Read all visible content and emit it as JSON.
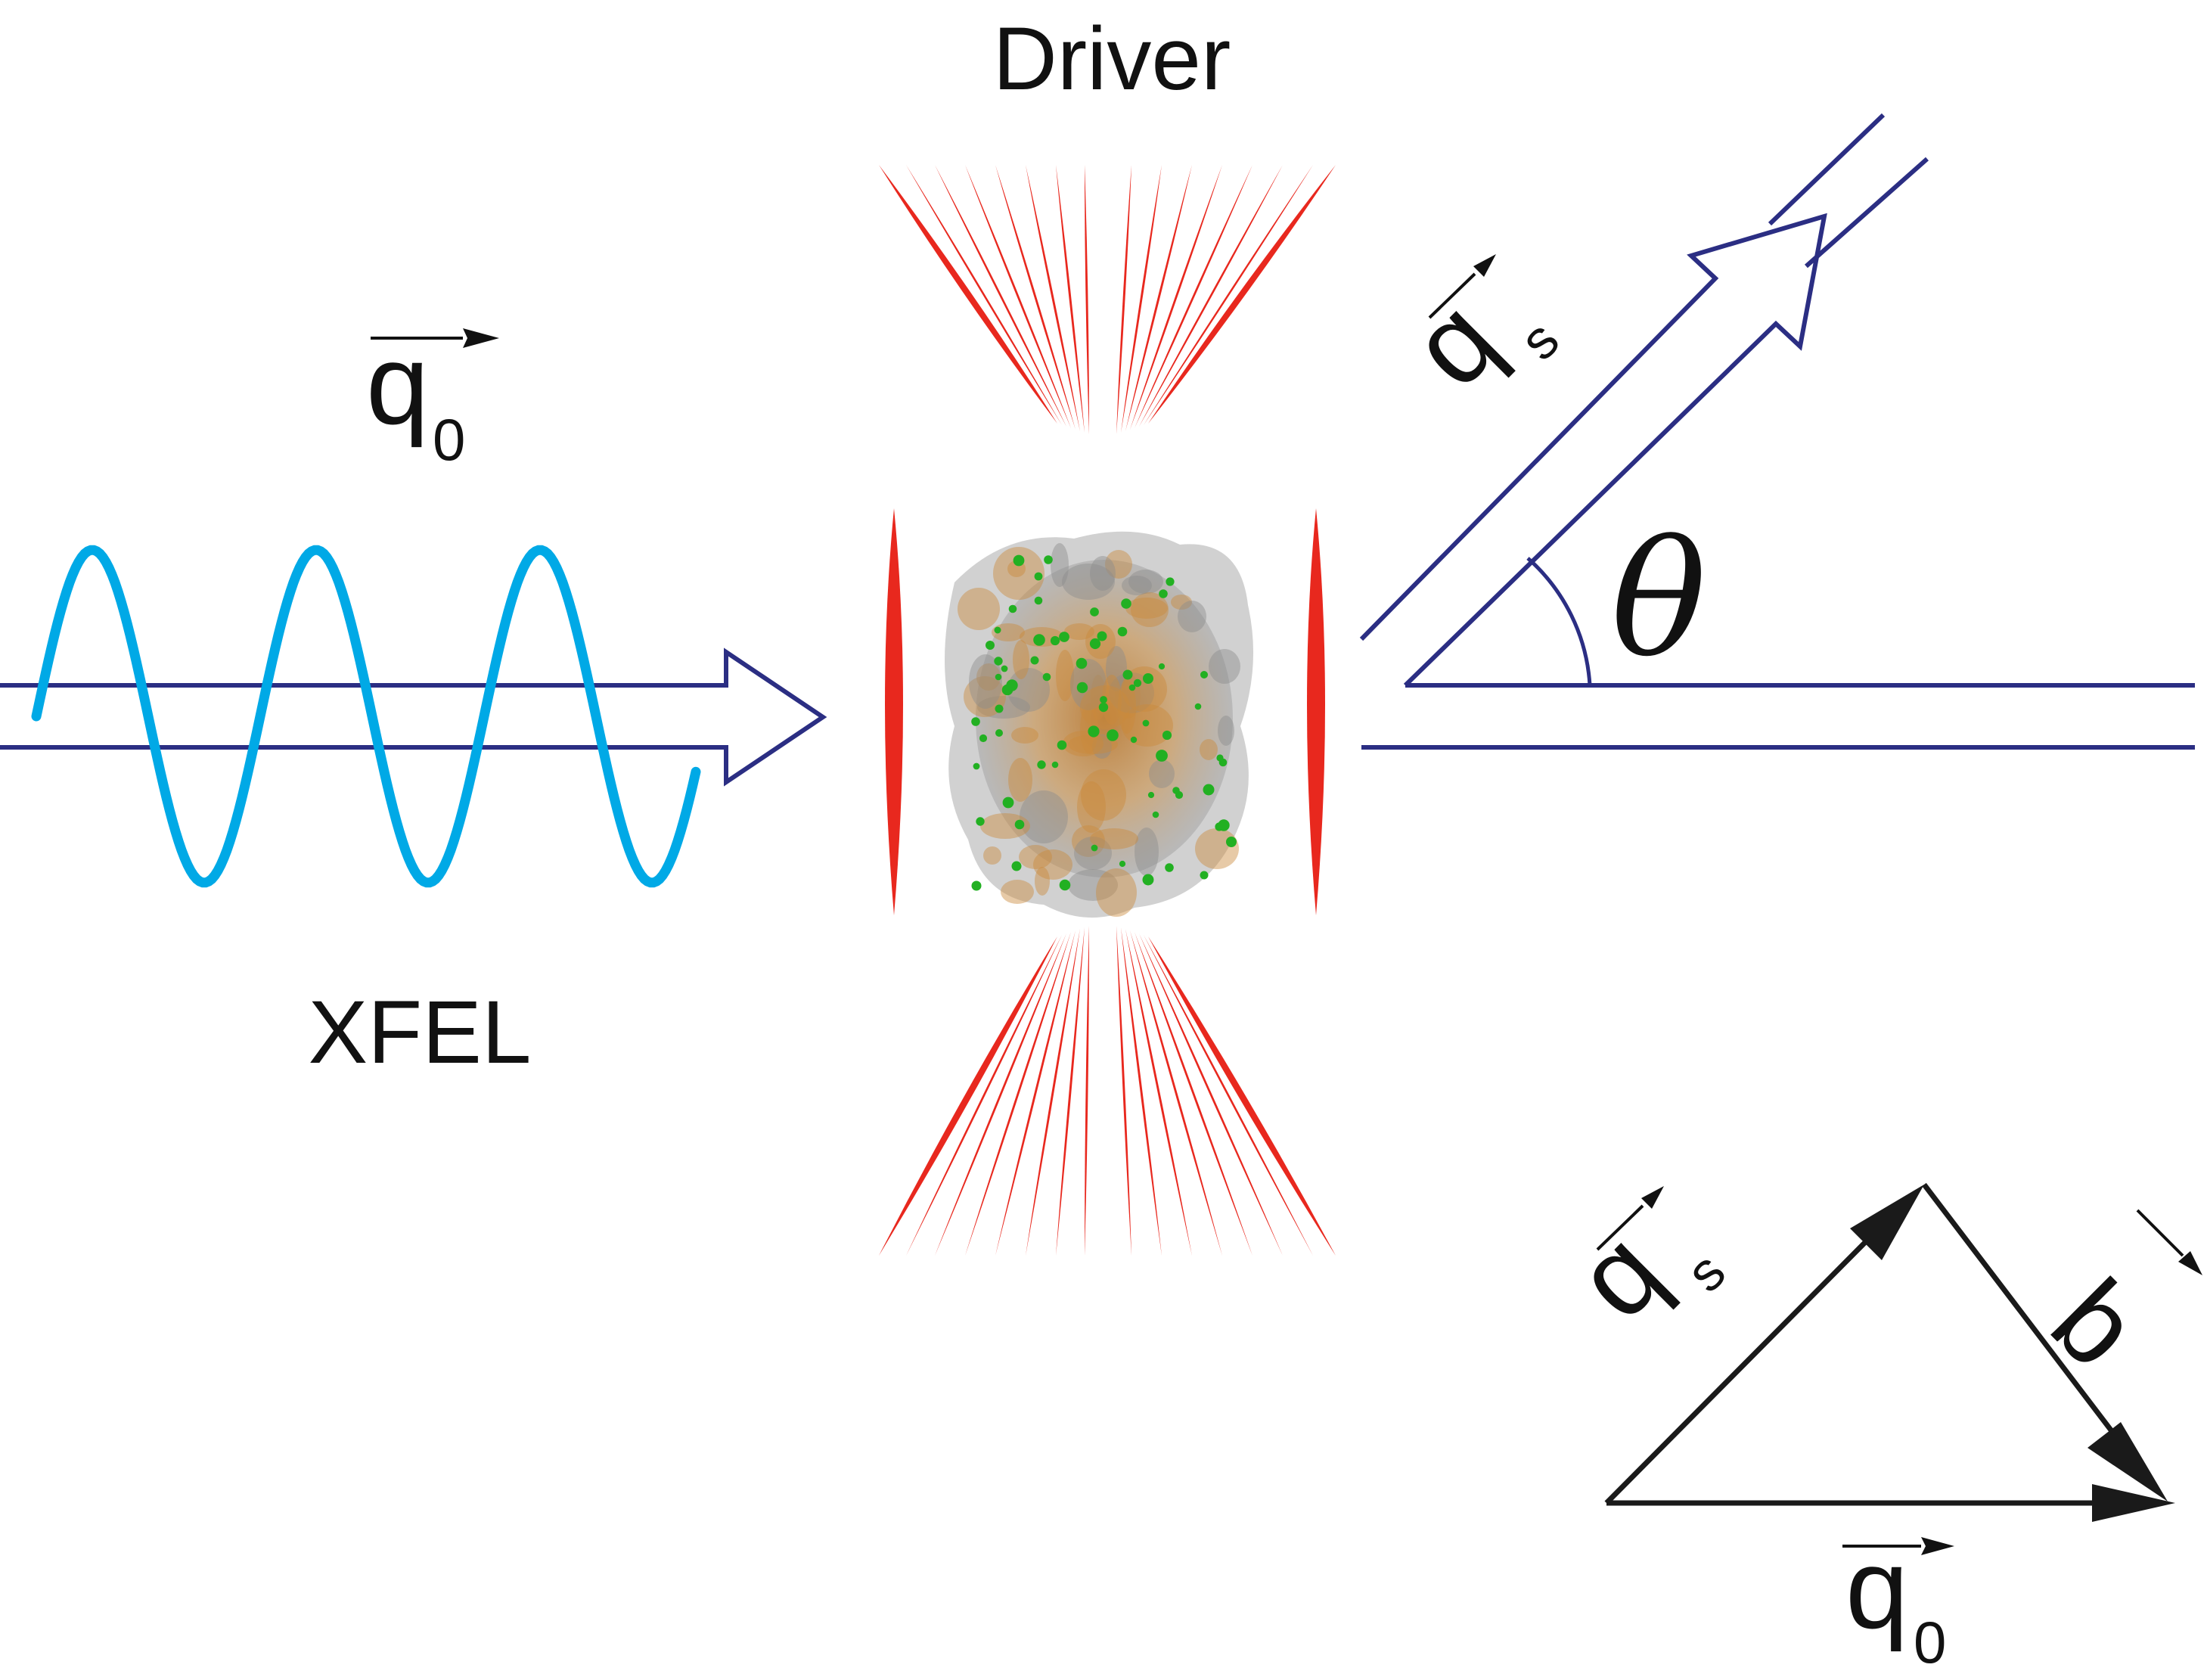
{
  "labels": {
    "driver": "Driver",
    "xfel": "XFEL",
    "theta": "θ",
    "q0_letter": "q",
    "q0_sub": "0",
    "qs_letter": "q",
    "qs_sub": "s",
    "q_letter": "q"
  },
  "colors": {
    "beam": "#2b2e83",
    "wave": "#00a9e6",
    "laser": "#e8281e",
    "triangle": "#1a1a1a",
    "sample_gray": "#8c8c8c",
    "sample_orange": "#c98a3c",
    "sample_green": "#22b022"
  },
  "icons": {
    "incoming_beam": "hollow-arrow-right",
    "scattered_beam": "hollow-arrow-diagonal",
    "sample": "particle-cloud",
    "vector_arrow": "overline-arrow"
  }
}
